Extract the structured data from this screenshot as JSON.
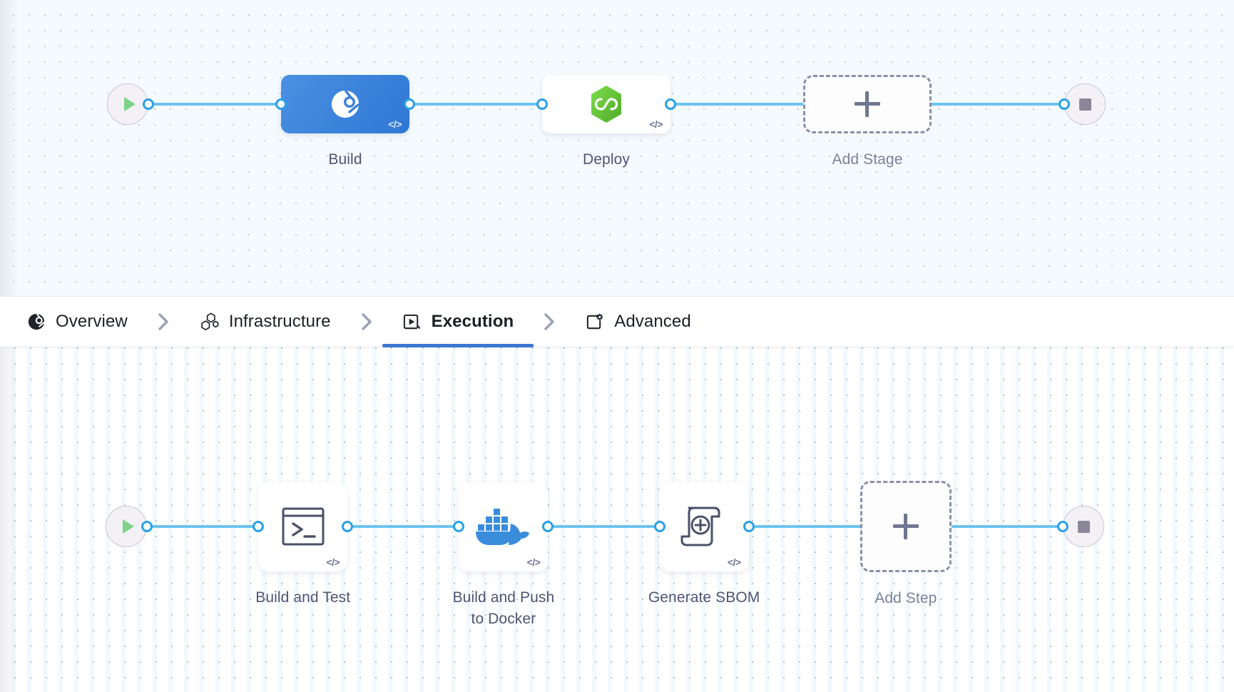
{
  "theme": {
    "accent_blue": "#3b78d1",
    "link_blue": "#6cc3ef",
    "port_blue": "#2aa0e8",
    "stage_primary": "#2f77d4",
    "docker_blue": "#3a8ddb",
    "deploy_green": "#6cc24a",
    "play_green": "#7ed28a",
    "stop_gray": "#8a8799",
    "label_color": "#4e5574",
    "dashed_border": "#8a90a8",
    "canvas_top_bg": "#f4fafd",
    "canvas_bottom_bg": "#ffffff"
  },
  "stages_canvas": {
    "name": "pipeline-stages-canvas",
    "start_node": {
      "icon": "play-icon",
      "label": ""
    },
    "end_node": {
      "icon": "stop-icon",
      "label": ""
    },
    "nodes": [
      {
        "id": "stage-build",
        "label": "Build",
        "icon": "harness-ci-icon",
        "style": "primary",
        "code_badge": "</>"
      },
      {
        "id": "stage-deploy",
        "label": "Deploy",
        "icon": "harness-cd-hexagon-icon",
        "style": "plain",
        "code_badge": "</>"
      },
      {
        "id": "add-stage",
        "label": "Add Stage",
        "icon": "plus-icon",
        "style": "dashed",
        "code_badge": ""
      }
    ]
  },
  "tabs": {
    "name": "stage-config-tabs",
    "items": [
      {
        "id": "tab-overview",
        "label": "Overview",
        "icon": "harness-overview-icon",
        "active": false
      },
      {
        "id": "tab-infrastructure",
        "label": "Infrastructure",
        "icon": "hexagon-cluster-icon",
        "active": false
      },
      {
        "id": "tab-execution",
        "label": "Execution",
        "icon": "play-in-box-icon",
        "active": true
      },
      {
        "id": "tab-advanced",
        "label": "Advanced",
        "icon": "card-gear-icon",
        "active": false
      }
    ],
    "separator_icon": "chevron-right-icon"
  },
  "steps_canvas": {
    "name": "pipeline-steps-canvas",
    "start_node": {
      "icon": "play-icon",
      "label": ""
    },
    "end_node": {
      "icon": "stop-icon",
      "label": ""
    },
    "nodes": [
      {
        "id": "step-build-and-test",
        "label": "Build and Test",
        "icon": "terminal-icon",
        "style": "plain",
        "code_badge": "</>"
      },
      {
        "id": "step-build-and-push-docker",
        "label": "Build and Push\nto Docker",
        "label_line1": "Build and Push",
        "label_line2": "to Docker",
        "icon": "docker-whale-icon",
        "style": "plain",
        "code_badge": "</>"
      },
      {
        "id": "step-generate-sbom",
        "label": "Generate SBOM",
        "icon": "sbom-scroll-icon",
        "style": "plain",
        "code_badge": "</>"
      },
      {
        "id": "add-step",
        "label": "Add Step",
        "icon": "plus-icon",
        "style": "dashed",
        "code_badge": ""
      }
    ]
  }
}
